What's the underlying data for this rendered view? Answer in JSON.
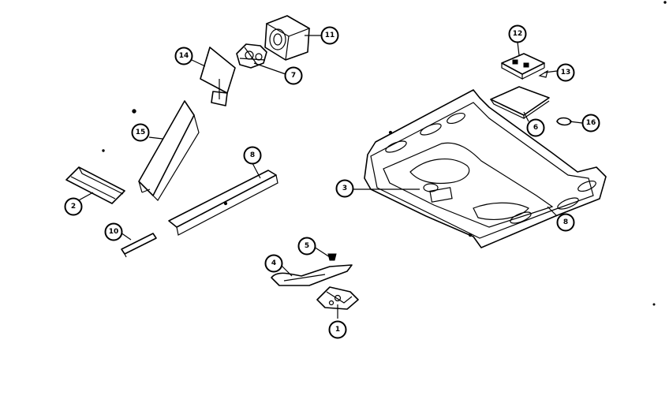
{
  "callouts": [
    {
      "id": "c1",
      "label": "1"
    },
    {
      "id": "c2",
      "label": "2"
    },
    {
      "id": "c3",
      "label": "3"
    },
    {
      "id": "c4",
      "label": "4"
    },
    {
      "id": "c5",
      "label": "5"
    },
    {
      "id": "c6",
      "label": "6"
    },
    {
      "id": "c7",
      "label": "7"
    },
    {
      "id": "c8a",
      "label": "8"
    },
    {
      "id": "c8b",
      "label": "8"
    },
    {
      "id": "c10",
      "label": "10"
    },
    {
      "id": "c11",
      "label": "11"
    },
    {
      "id": "c12",
      "label": "12"
    },
    {
      "id": "c13",
      "label": "13"
    },
    {
      "id": "c14",
      "label": "14"
    },
    {
      "id": "c15",
      "label": "15"
    },
    {
      "id": "c16",
      "label": "16"
    }
  ]
}
